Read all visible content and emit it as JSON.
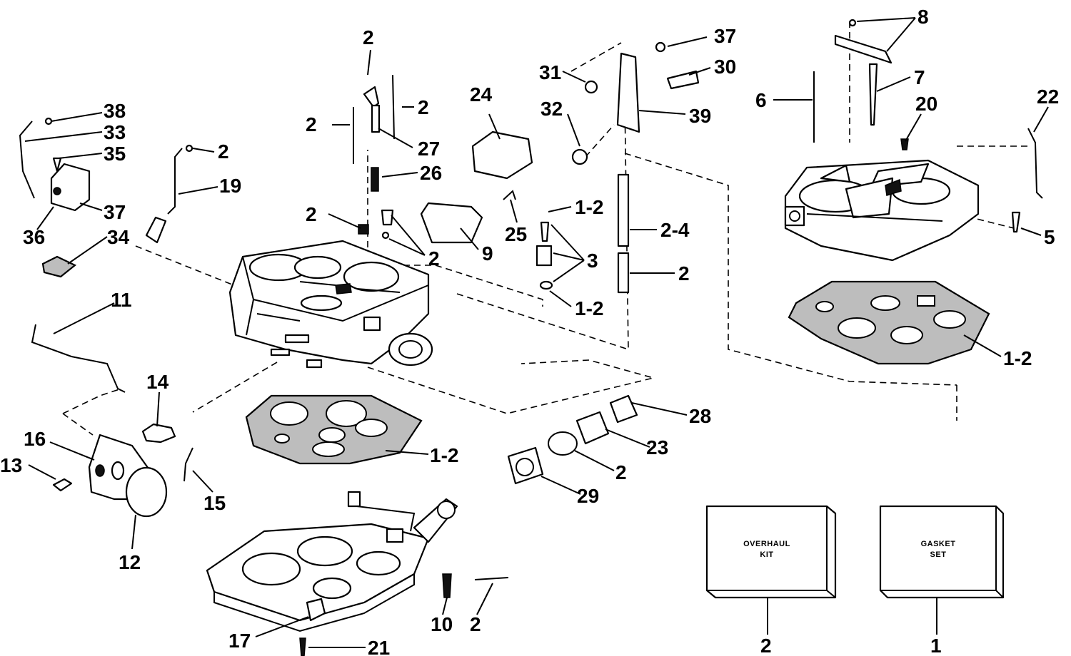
{
  "callouts": [
    {
      "label": "2"
    },
    {
      "label": "2"
    },
    {
      "label": "2"
    },
    {
      "label": "27"
    },
    {
      "label": "26"
    },
    {
      "label": "2"
    },
    {
      "label": "2"
    },
    {
      "label": "24"
    },
    {
      "label": "9"
    },
    {
      "label": "25"
    },
    {
      "label": "31"
    },
    {
      "label": "37"
    },
    {
      "label": "30"
    },
    {
      "label": "32"
    },
    {
      "label": "39"
    },
    {
      "label": "1-2"
    },
    {
      "label": "3"
    },
    {
      "label": "1-2"
    },
    {
      "label": "2-4"
    },
    {
      "label": "2"
    },
    {
      "label": "8"
    },
    {
      "label": "7"
    },
    {
      "label": "6"
    },
    {
      "label": "20"
    },
    {
      "label": "22"
    },
    {
      "label": "5"
    },
    {
      "label": "1-2"
    },
    {
      "label": "38"
    },
    {
      "label": "33"
    },
    {
      "label": "35"
    },
    {
      "label": "2"
    },
    {
      "label": "19"
    },
    {
      "label": "37"
    },
    {
      "label": "36"
    },
    {
      "label": "34"
    },
    {
      "label": "11"
    },
    {
      "label": "14"
    },
    {
      "label": "16"
    },
    {
      "label": "13"
    },
    {
      "label": "15"
    },
    {
      "label": "12"
    },
    {
      "label": "1-2"
    },
    {
      "label": "28"
    },
    {
      "label": "23"
    },
    {
      "label": "2"
    },
    {
      "label": "29"
    },
    {
      "label": "10"
    },
    {
      "label": "2"
    },
    {
      "label": "17"
    },
    {
      "label": "21"
    },
    {
      "label": "2"
    },
    {
      "label": "1"
    }
  ],
  "kits": {
    "overhaul": {
      "line1": "OVERHAUL",
      "line2": "KIT"
    },
    "gasket": {
      "line1": "GASKET",
      "line2": "SET"
    }
  }
}
